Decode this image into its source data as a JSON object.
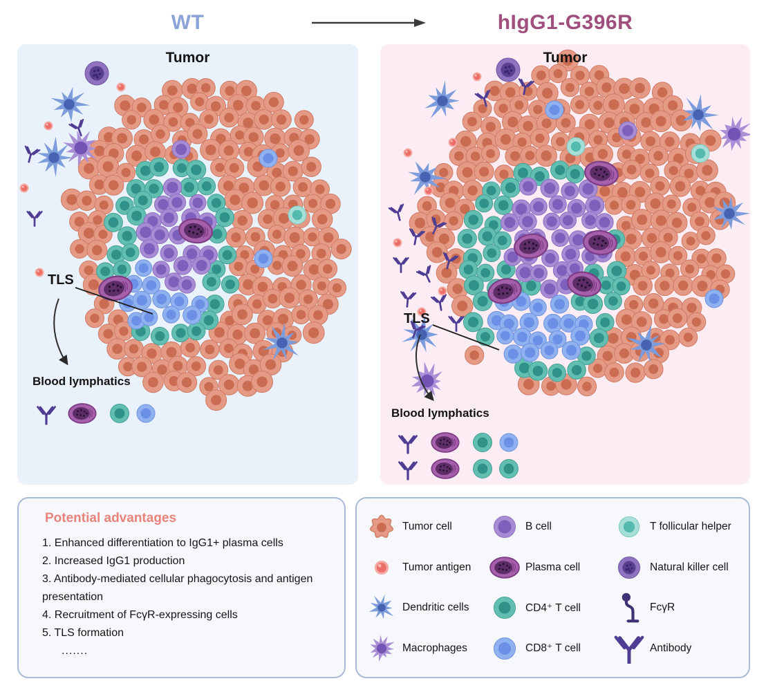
{
  "header": {
    "wt_title": "WT",
    "variant_title": "hIgG1-G396R"
  },
  "panels": {
    "wt": {
      "tumor_label": "Tumor",
      "tls_label": "TLS",
      "blood_label": "Blood lymphatics",
      "blood_rows": [
        [
          "antibody",
          "plasma-cell",
          "cd4-t-cell",
          "cd8-t-cell"
        ]
      ]
    },
    "variant": {
      "tumor_label": "Tumor",
      "tls_label": "TLS",
      "blood_label": "Blood lymphatics",
      "blood_rows": [
        [
          "antibody",
          "plasma-cell",
          "cd4-t-cell",
          "cd8-t-cell"
        ],
        [
          "antibody",
          "plasma-cell",
          "cd4-t-cell",
          "cd4-t-cell"
        ]
      ]
    }
  },
  "advantages": {
    "title": "Potential advantages",
    "items": [
      "1. Enhanced differentiation to IgG1+ plasma cells",
      "2. Increased IgG1 production",
      "3. Antibody-mediated cellular phagocytosis and antigen presentation",
      "4. Recruitment of FcγR-expressing cells",
      "5. TLS formation"
    ],
    "ellipsis": "......."
  },
  "legend": {
    "items": [
      {
        "label": "Tumor cell",
        "icon": "tumor-cell"
      },
      {
        "label": "Tumor antigen",
        "icon": "tumor-antigen"
      },
      {
        "label": "Dendritic cells",
        "icon": "dendritic-cell"
      },
      {
        "label": "Macrophages",
        "icon": "macrophage"
      },
      {
        "label": "B cell",
        "icon": "b-cell"
      },
      {
        "label": "Plasma cell",
        "icon": "plasma-cell"
      },
      {
        "label": "CD4⁺ T cell",
        "icon": "cd4-t-cell"
      },
      {
        "label": "CD8⁺ T cell",
        "icon": "cd8-t-cell"
      },
      {
        "label": "T follicular helper",
        "icon": "tfh-cell"
      },
      {
        "label": "Natural killer cell",
        "icon": "nk-cell"
      },
      {
        "label": "FcγR",
        "icon": "fcgr"
      },
      {
        "label": "Antibody",
        "icon": "antibody"
      }
    ]
  },
  "colors": {
    "wt_title": "#8BA3D7",
    "variant_title": "#A04E7D",
    "advantages_title": "#E9837C",
    "wt_panel_bg": "#E9F1FA",
    "variant_panel_bg": "#FCEDF5",
    "box_border": "#A9BAD9",
    "box_bg": "#F6F8FB",
    "tumor_cell": "#E59A86",
    "cd4_t_cell": "#63BEB2",
    "cd8_t_cell": "#8FB1EF",
    "b_cell": "#A78CD4",
    "plasma_cell": "#A55FAB",
    "tfh_cell": "#A6DED8",
    "nk_cell": "#8F73BE",
    "dendritic_cell": "#7C9CDB",
    "macrophage": "#A98FD6",
    "antibody": "#4E3D93",
    "tumor_antigen": "#EC6F67"
  }
}
